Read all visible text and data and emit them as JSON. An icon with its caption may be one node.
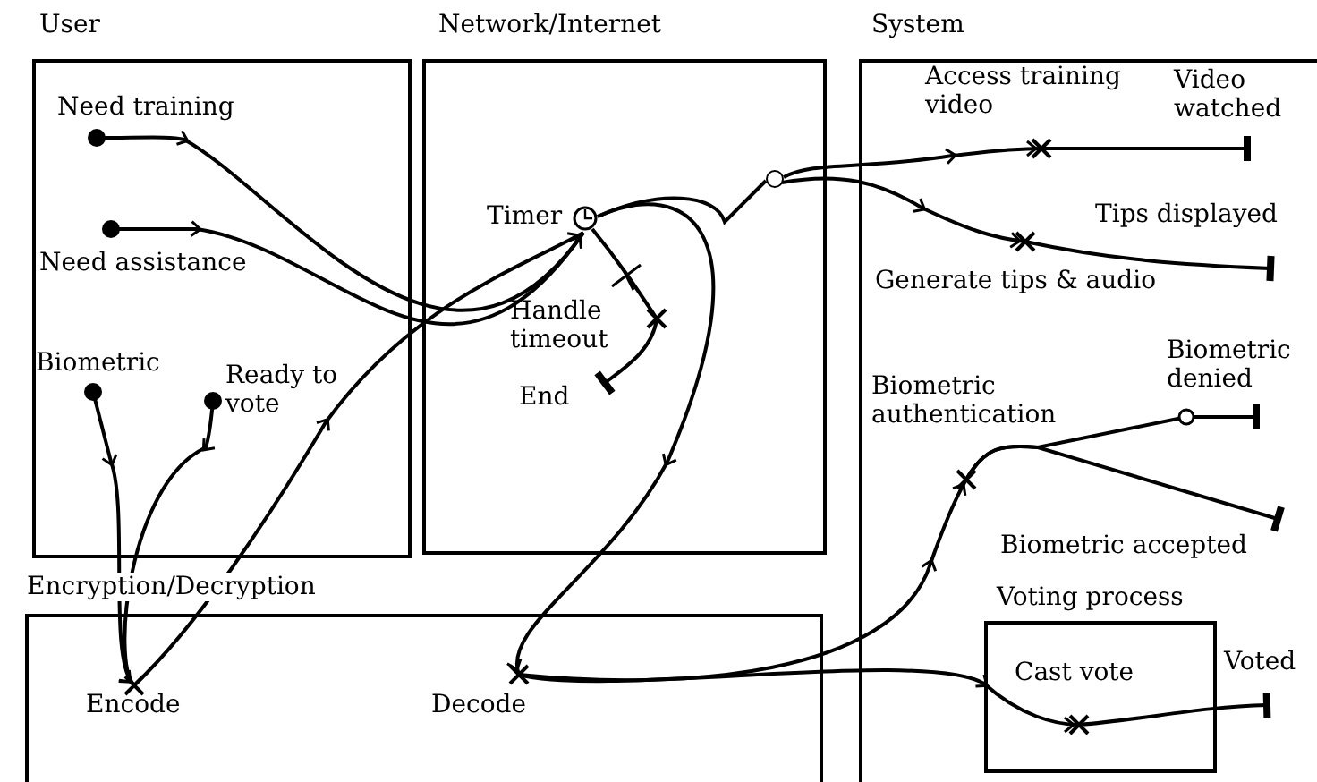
{
  "diagram": {
    "nodes": [
      {
        "text": [
          "User"
        ]
      },
      {
        "text": [
          "Network/Internet"
        ]
      },
      {
        "text": [
          "System"
        ]
      },
      {
        "text": [
          "Encryption/Decryption"
        ]
      },
      {
        "text": [
          "Voting process"
        ],
        "in": 2
      },
      {
        "text": [
          "Need training"
        ],
        "in": 0
      },
      {
        "text": [
          "Need assistance"
        ],
        "in": 0
      },
      {
        "text": [
          "Biometric"
        ],
        "in": 0
      },
      {
        "text": [
          "Ready to vote"
        ],
        "in": 0
      },
      {
        "text": [
          "Timer"
        ],
        "in": 1
      },
      {
        "text": [
          "Handle timeout"
        ],
        "in": 1
      },
      {
        "text": [
          "End"
        ],
        "in": 1
      },
      {
        "text": [
          "Access training video"
        ],
        "in": 2
      },
      {
        "text": [
          "Video watched"
        ],
        "in": 2
      },
      {
        "text": [
          "Generate tips & audio"
        ],
        "in": 2
      },
      {
        "text": [
          "Tips displayed"
        ],
        "in": 2
      },
      {
        "text": [
          "Biometric authentication"
        ],
        "in": 2
      },
      {
        "text": [
          "Biometric denied"
        ],
        "in": 2
      },
      {
        "text": [
          "Biometric accepted"
        ],
        "in": 2
      },
      {
        "text": [
          "Cast vote"
        ],
        "in": 4
      },
      {
        "text": [
          "Voted"
        ],
        "in": 2
      },
      {
        "text": [
          "Encode"
        ],
        "in": 3
      },
      {
        "text": [
          "Decode"
        ],
        "in": 3
      },
      {
        "text": [],
        "shape": "circle",
        "in": 1
      }
    ],
    "edges": [
      {
        "from": 5,
        "to": 9,
        "arrow": "to"
      },
      {
        "from": 6,
        "to": 9,
        "arrow": "to"
      },
      {
        "from": 7,
        "to": 21,
        "arrow": "to"
      },
      {
        "from": 8,
        "to": 21,
        "arrow": "to"
      },
      {
        "from": 21,
        "to": 9,
        "arrow": "to"
      },
      {
        "from": 9,
        "to": 10,
        "arrow": "none"
      },
      {
        "from": 10,
        "to": 11,
        "arrow": "other"
      },
      {
        "from": 9,
        "to": 23,
        "arrow": "none"
      },
      {
        "from": 9,
        "to": 22,
        "arrow": "to"
      },
      {
        "from": 23,
        "to": 12,
        "arrow": "to"
      },
      {
        "from": 12,
        "to": 13,
        "arrow": "other"
      },
      {
        "from": 23,
        "to": 14,
        "arrow": "to"
      },
      {
        "from": 14,
        "to": 15,
        "arrow": "other"
      },
      {
        "from": 22,
        "to": 19,
        "arrow": "to"
      },
      {
        "from": 22,
        "to": 16,
        "arrow": "to"
      },
      {
        "from": 16,
        "to": 17,
        "arrow": "other"
      },
      {
        "from": 16,
        "to": 18,
        "arrow": "other"
      },
      {
        "from": 19,
        "to": 20,
        "arrow": "other"
      }
    ]
  }
}
